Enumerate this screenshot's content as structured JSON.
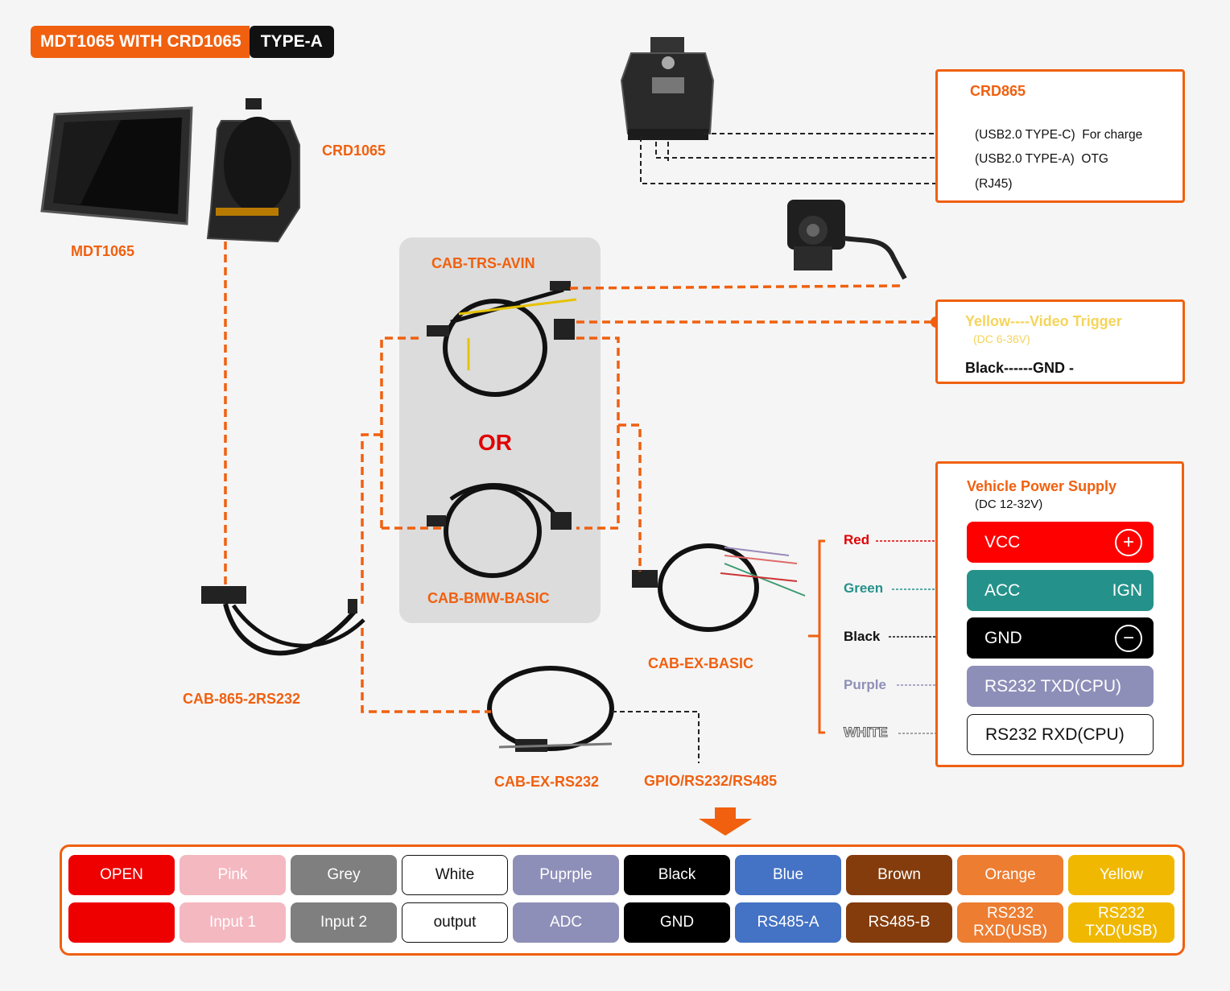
{
  "title": {
    "main": "MDT1065 WITH CRD1065",
    "type": "TYPE-A"
  },
  "devices": {
    "tablet_label": "MDT1065",
    "cradle_label": "CRD1065",
    "cab_trs_avin": "CAB-TRS-AVIN",
    "or_text": "OR",
    "cab_bmw_basic": "CAB-BMW-BASIC",
    "cab_865_2rs232": "CAB-865-2RS232",
    "cab_ex_basic": "CAB-EX-BASIC",
    "cab_ex_rs232": "CAB-EX-RS232",
    "gpio_label": "GPIO/RS232/RS485"
  },
  "crd865": {
    "title": "CRD865",
    "ports": [
      {
        "name": "(USB2.0 TYPE-C)",
        "desc": "For charge"
      },
      {
        "name": "(USB2.0 TYPE-A)",
        "desc": "OTG"
      },
      {
        "name": "(RJ45)",
        "desc": ""
      }
    ]
  },
  "trigger": {
    "yellow_line": "Yellow----Video Trigger",
    "yellow_sub": "(DC 6-36V)",
    "black_line": "Black------GND -"
  },
  "power_supply": {
    "title": "Vehicle Power Supply",
    "subtitle": "(DC 12-32V)",
    "wires": [
      {
        "wire": "Red",
        "signal": "VCC",
        "extra": "+",
        "color": "#ff0000",
        "label_color": "#e00000"
      },
      {
        "wire": "Green",
        "signal": "ACC",
        "extra": "IGN",
        "color": "#24928a",
        "label_color": "#24928a"
      },
      {
        "wire": "Black",
        "signal": "GND",
        "extra": "−",
        "color": "#000000",
        "label_color": "#111111"
      },
      {
        "wire": "Purple",
        "signal": "RS232 TXD(CPU)",
        "extra": "",
        "color": "#8e8fb8",
        "label_color": "#8e8fb8"
      },
      {
        "wire": "WHITE",
        "signal": "RS232 RXD(CPU)",
        "extra": "",
        "color": "#ffffff",
        "label_color": "#ffffff"
      }
    ]
  },
  "color_table": {
    "top": [
      "OPEN",
      "Pink",
      "Grey",
      "White",
      "Puprple",
      "Black",
      "Blue",
      "Brown",
      "Orange",
      "Yellow"
    ],
    "bottom": [
      "",
      "Input 1",
      "Input 2",
      "output",
      "ADC",
      "GND",
      "RS485-A",
      "RS485-B",
      "RS232 RXD(USB)",
      "RS232 TXD(USB)"
    ],
    "colors": [
      "#ee0000",
      "#f4b8c1",
      "#7f7f7f",
      "#ffffff",
      "#8e8fb8",
      "#000000",
      "#4472c4",
      "#843c0c",
      "#ed7d31",
      "#f0b800"
    ]
  },
  "accent": "#f0600f"
}
